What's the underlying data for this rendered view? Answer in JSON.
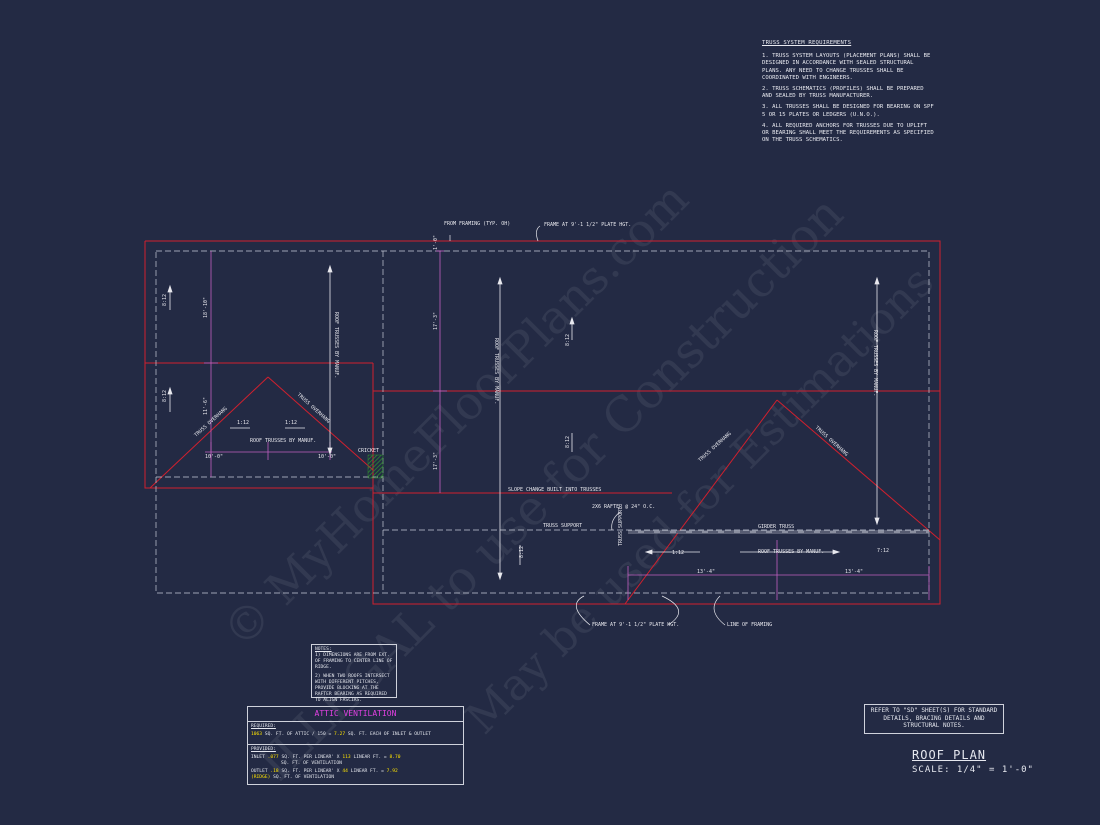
{
  "truss_requirements": {
    "heading": "TRUSS SYSTEM REQUIREMENTS",
    "items": [
      "1. TRUSS SYSTEM LAYOUTS (PLACEMENT PLANS) SHALL BE DESIGNED IN ACCORDANCE WITH SEALED STRUCTURAL PLANS. ANY NEED TO CHANGE TRUSSES SHALL BE COORDINATED WITH ENGINEERS.",
      "2. TRUSS SCHEMATICS (PROFILES) SHALL BE PREPARED AND SEALED BY TRUSS MANUFACTURER.",
      "3. ALL TRUSSES SHALL BE DESIGNED FOR BEARING ON SPF 5 OR 15 PLATES OR LEDGERS (U.N.O.).",
      "4. ALL REQUIRED ANCHORS FOR TRUSSES DUE TO UPLIFT OR BEARING SHALL MEET THE REQUIREMENTS AS SPECIFIED ON THE TRUSS SCHEMATICS."
    ]
  },
  "labels": {
    "from_framing": "FROM FRAMING (TYP. OH)",
    "frame_top": "FRAME AT 9'-1 1/2\" PLATE HGT.",
    "frame_bottom": "FRAME AT 9'-1 1/2\" PLATE HGT.",
    "line_of_framing": "LINE OF FRAMING",
    "truss_overhang": "TRUSS OVERHANG",
    "roof_trusses_left": "ROOF TRUSSES BY MANUF.",
    "roof_trusses_vert": "ROOF TRUSSES BY MANUF.",
    "cricket": "CRICKET",
    "slope_change": "SLOPE CHANGE BUILT INTO TRUSSES",
    "truss_support": "TRUSS SUPPORT",
    "rafter": "2X6 RAFTER @ 24\" O.C.",
    "girder_truss": "GIRDER TRUSS",
    "truss_support_v": "TRUSS SUPPORT",
    "pitch_a": "8:12",
    "pitch_b": "1:12",
    "pitch_c": "7:12",
    "dim_18_10": "18'-10\"",
    "dim_11_6": "11'-6\"",
    "dim_17_3a": "17'-3\"",
    "dim_17_3b": "17'-3\"",
    "dim_10_0a": "10'-0\"",
    "dim_10_0b": "10'-0\"",
    "dim_13_4a": "13'-4\"",
    "dim_13_4b": "13'-4\"",
    "dim_1_0": "1'-0\""
  },
  "general_notes": {
    "heading": "NOTES:",
    "items": [
      "1) DIMENSIONS ARE FROM EXT. OF FRAMING TO CENTER LINE OF RIDGE.",
      "2) WHEN TWO ROOFS INTERSECT WITH DIFFERENT PITCHES, PROVIDE BLOCKING AT THE RAFTER BEARING AS REQUIRED TO ALIGN FASCIAS."
    ]
  },
  "attic_ventilation": {
    "title": "ATTIC VENTILATION",
    "required_label": "REQUIRED:",
    "required_value": "1063",
    "required_text": "SQ. FT. OF ATTIC / 150 =",
    "required_result": "7.27",
    "required_tail": "SQ. FT. EACH OF INLET & OUTLET",
    "provided_label": "PROVIDED:",
    "inlet_label": "INLET",
    "inlet_rate": ".077",
    "inlet_text": "SQ. FT. PER LINEAR' x",
    "inlet_linear": "113",
    "inlet_text2": "LINEAR FT. =",
    "inlet_total": "8.70",
    "inlet_tail": "SQ. FT. OF VENTILATION",
    "outlet_label": "OUTLET",
    "outlet_rate": ".18",
    "outlet_ridge": "(RIDGE)",
    "outlet_text": "SQ. FT. PER LINEAR' x",
    "outlet_linear": "44",
    "outlet_text2": "LINEAR FT. =",
    "outlet_total": "7.92",
    "outlet_tail": "SQ. FT. OF VENTILATION"
  },
  "refer": "REFER TO \"SD\" SHEET(S) FOR STANDARD DETAILS, BRACING DETAILS AND STRUCTURAL NOTES.",
  "plan_title": "ROOF PLAN",
  "plan_scale": "SCALE: 1/4\" = 1'-0\"",
  "watermarks": [
    "© MyHomeFloorPlans.com",
    "ILLEGAL to use for Construction",
    "May be used for Estimations"
  ],
  "colors": {
    "background": "#232a44",
    "roof_line": "#d0202e",
    "framing_dash": "#c8ccd8",
    "text": "#e6e8ef",
    "highlight": "#ffe400",
    "title_magenta": "#e040e0",
    "cricket_green": "#2f8f2f"
  }
}
